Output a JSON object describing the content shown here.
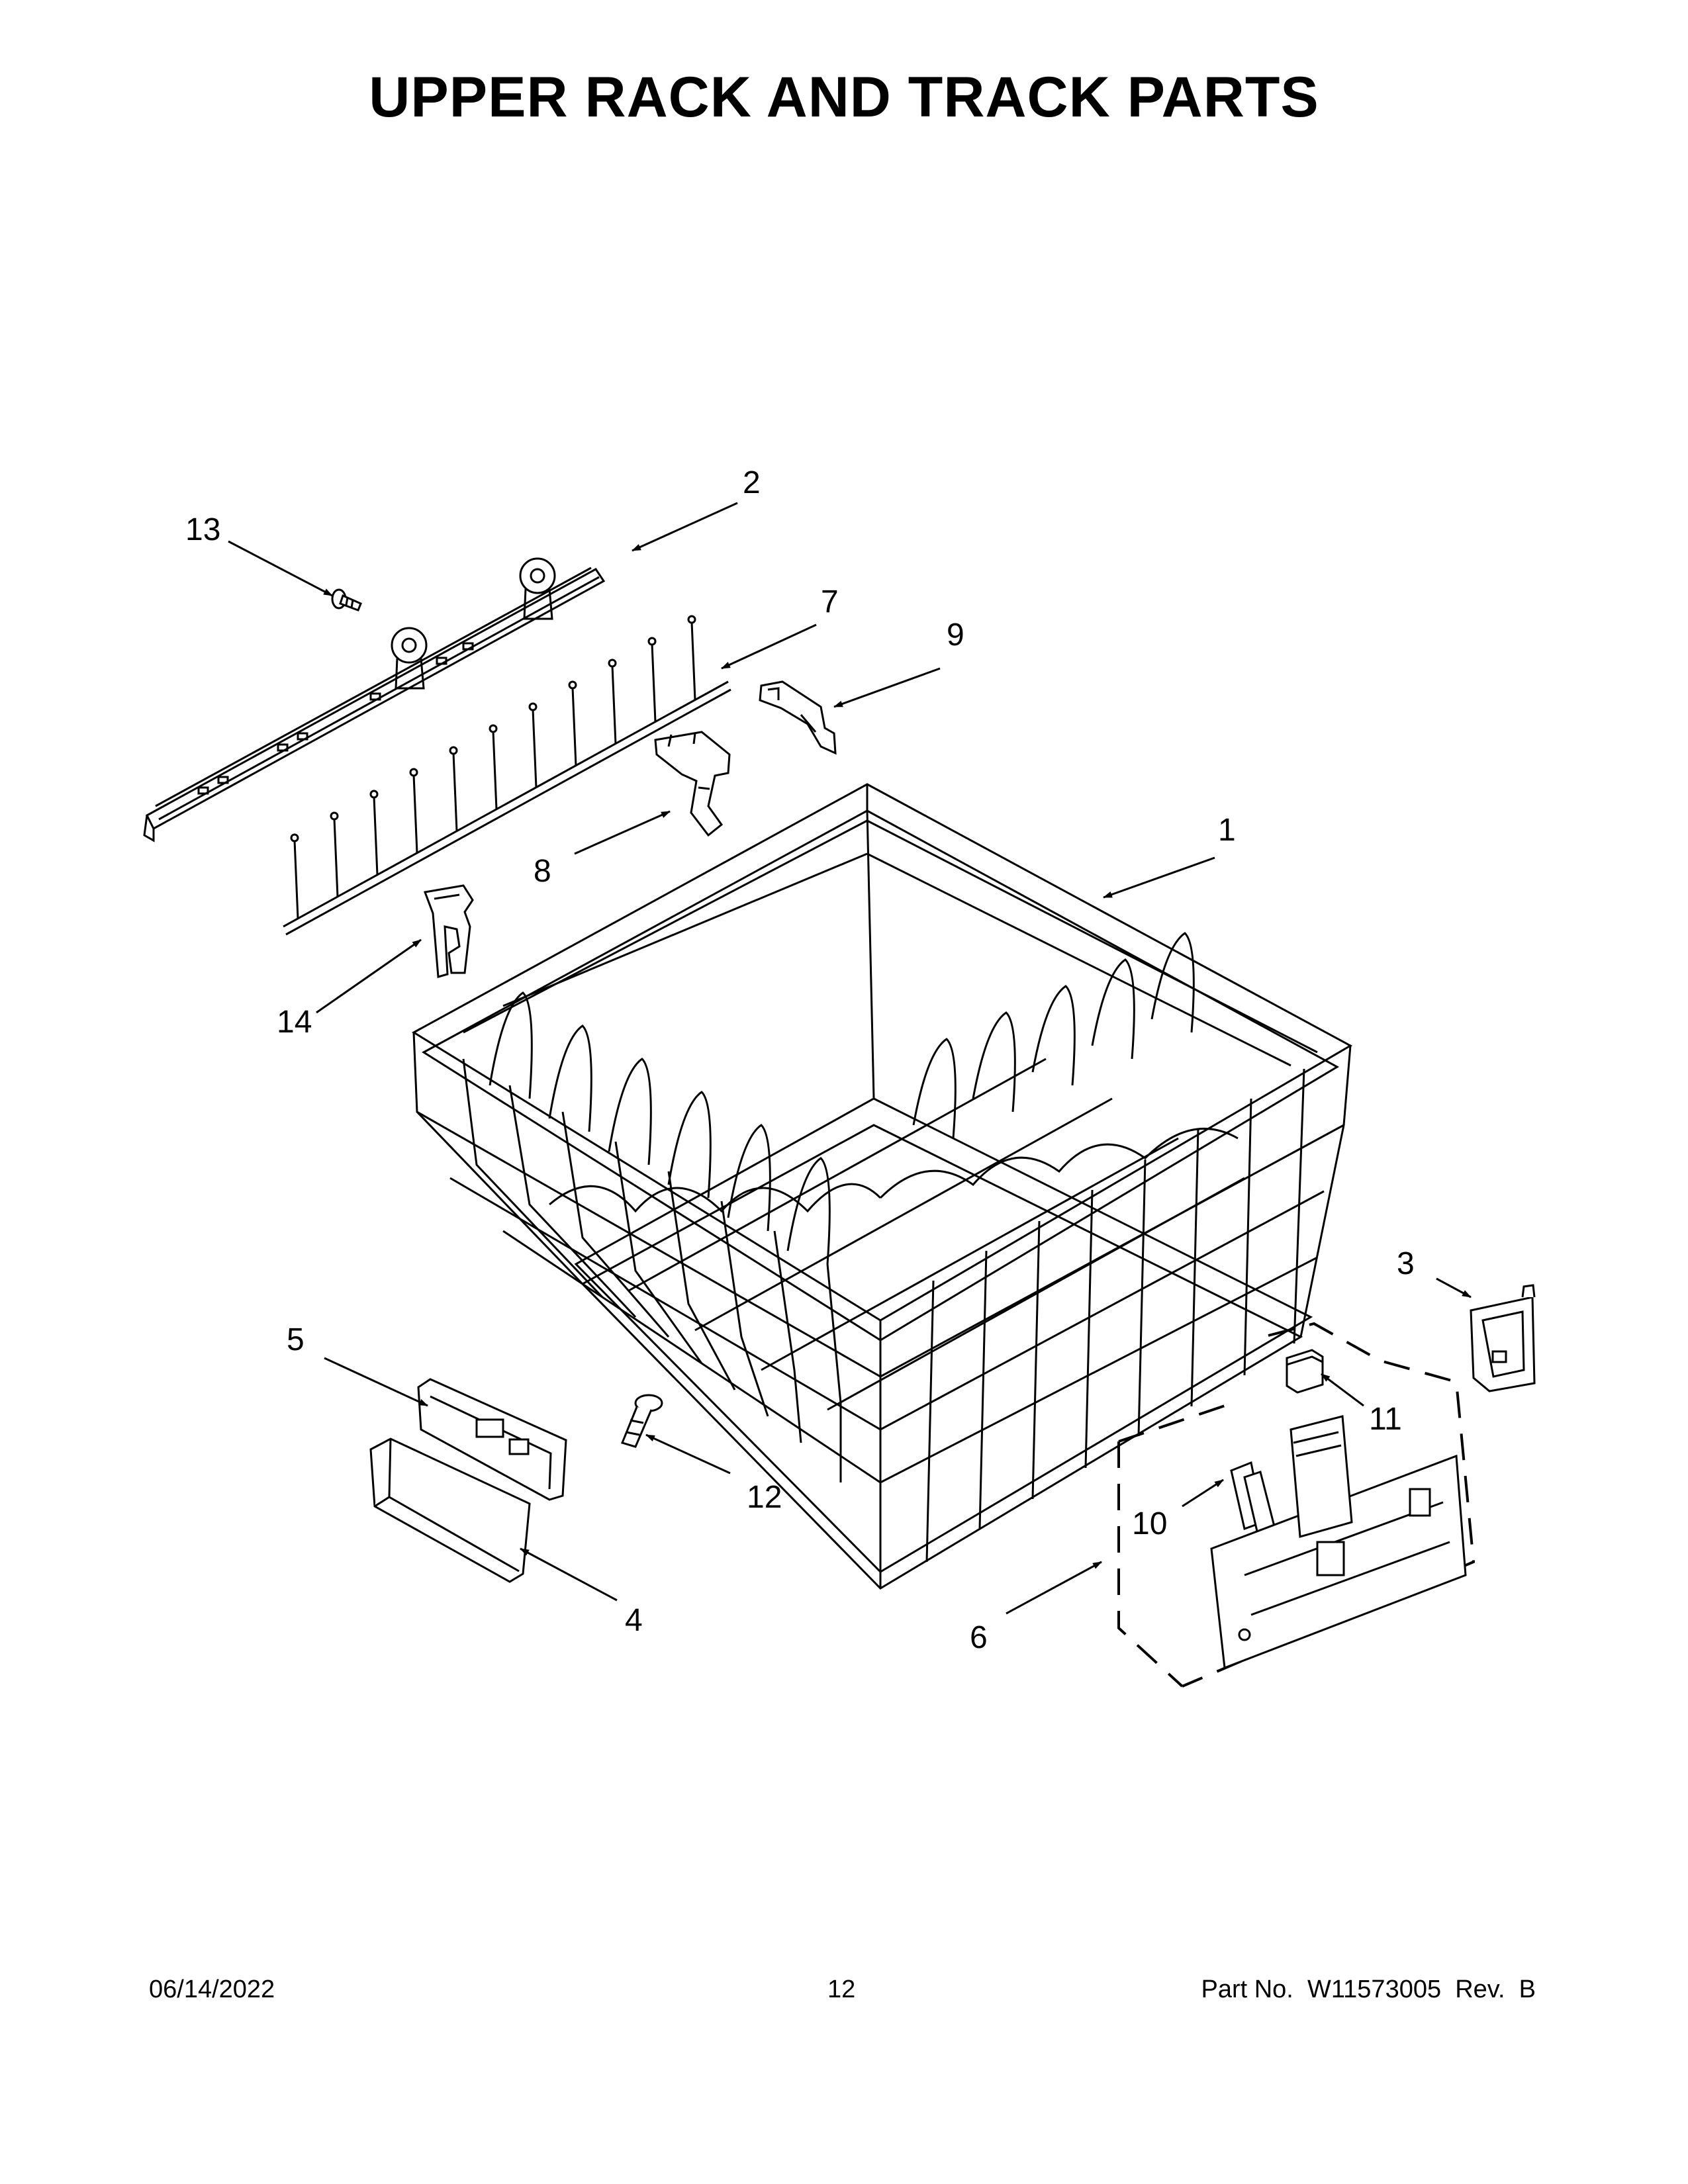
{
  "title": "UPPER RACK AND TRACK PARTS",
  "callouts": [
    {
      "id": "1",
      "label": "1"
    },
    {
      "id": "2",
      "label": "2"
    },
    {
      "id": "3",
      "label": "3"
    },
    {
      "id": "4",
      "label": "4"
    },
    {
      "id": "5",
      "label": "5"
    },
    {
      "id": "6",
      "label": "6"
    },
    {
      "id": "7",
      "label": "7"
    },
    {
      "id": "8",
      "label": "8"
    },
    {
      "id": "9",
      "label": "9"
    },
    {
      "id": "10",
      "label": "10"
    },
    {
      "id": "11",
      "label": "11"
    },
    {
      "id": "12",
      "label": "12"
    },
    {
      "id": "13",
      "label": "13"
    },
    {
      "id": "14",
      "label": "14"
    }
  ],
  "footer": {
    "date": "06/14/2022",
    "page": "12",
    "part": "Part No.  W11573005  Rev.  B"
  }
}
